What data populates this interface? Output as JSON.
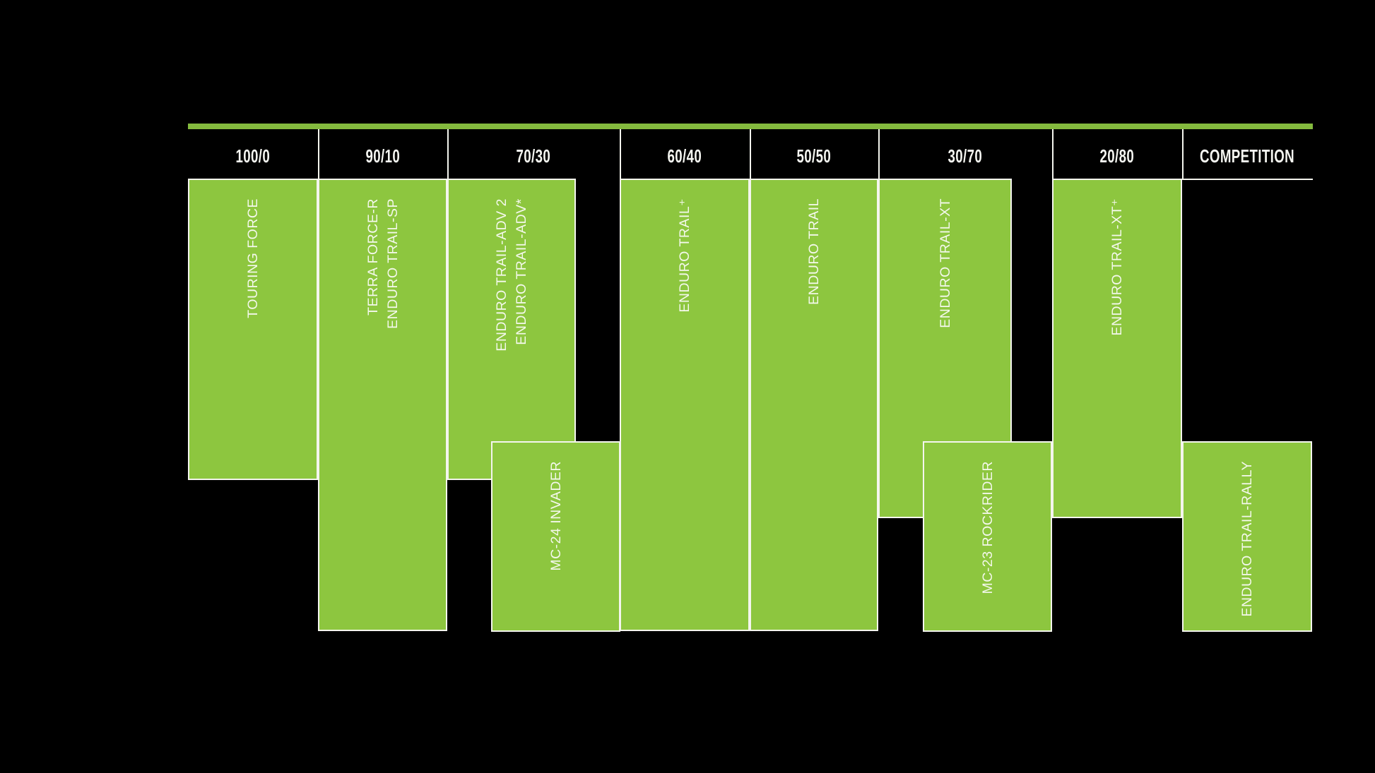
{
  "header": {
    "categories": [
      "100/0",
      "90/10",
      "70/30",
      "60/40",
      "50/50",
      "30/70",
      "20/80",
      "COMPETITION"
    ]
  },
  "blocks": [
    {
      "label": "TOURING FORCE"
    },
    {
      "label": "TERRA FORCE-R\nENDURO TRAIL-SP"
    },
    {
      "label": "ENDURO TRAIL-ADV 2\nENDURO TRAIL-ADV*"
    },
    {
      "label": "MC-24 INVADER"
    },
    {
      "label": "ENDURO TRAIL⁺"
    },
    {
      "label": "ENDURO TRAIL"
    },
    {
      "label": "ENDURO TRAIL-XT"
    },
    {
      "label": "MC-23 ROCKRIDER"
    },
    {
      "label": "ENDURO TRAIL-XT⁺"
    },
    {
      "label": "ENDURO TRAIL-RALLY"
    }
  ],
  "colors": {
    "background": "#000000",
    "block_green": "#8DC63F",
    "axis_bar_green": "#84BA3E",
    "line_white": "#F4F5EE"
  },
  "chart_data": {
    "type": "table",
    "title": "",
    "categories": [
      "100/0",
      "90/10",
      "70/30",
      "60/40",
      "50/50",
      "30/70",
      "20/80",
      "COMPETITION"
    ],
    "products": [
      {
        "name": "TOURING FORCE",
        "categories": [
          "100/0"
        ],
        "row": "upper"
      },
      {
        "name": "TERRA FORCE-R / ENDURO TRAIL-SP",
        "categories": [
          "90/10"
        ],
        "row": "full"
      },
      {
        "name": "ENDURO TRAIL-ADV 2 / ENDURO TRAIL-ADV*",
        "categories": [
          "70/30"
        ],
        "row": "upper"
      },
      {
        "name": "MC-24 INVADER",
        "categories": [
          "70/30"
        ],
        "row": "lower"
      },
      {
        "name": "ENDURO TRAIL+",
        "categories": [
          "60/40"
        ],
        "row": "full"
      },
      {
        "name": "ENDURO TRAIL",
        "categories": [
          "50/50"
        ],
        "row": "full"
      },
      {
        "name": "ENDURO TRAIL-XT",
        "categories": [
          "30/70"
        ],
        "row": "upper"
      },
      {
        "name": "MC-23 ROCKRIDER",
        "categories": [
          "30/70"
        ],
        "row": "lower"
      },
      {
        "name": "ENDURO TRAIL-XT+",
        "categories": [
          "20/80"
        ],
        "row": "upper"
      },
      {
        "name": "ENDURO TRAIL-RALLY",
        "categories": [
          "COMPETITION"
        ],
        "row": "lower"
      }
    ],
    "legend_position": "none",
    "grid": false
  }
}
